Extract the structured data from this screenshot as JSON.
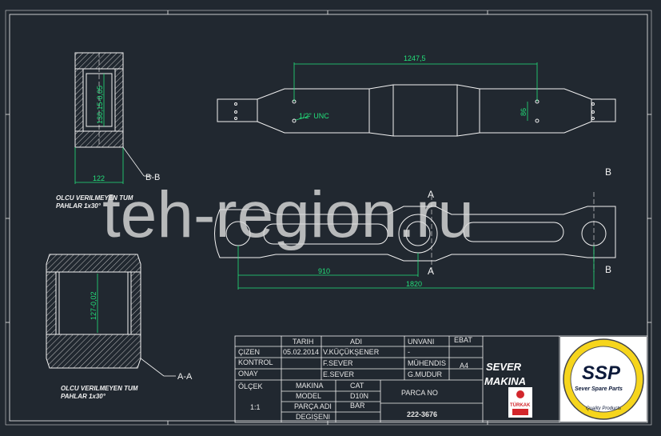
{
  "notes": {
    "top": "OLCU VERILMEYEN TUM PAHLAR 1x30°",
    "bottom": "OLCU VERILMEYEN TUM PAHLAR 1x30°",
    "top_line1": "OLCU VERILMEYEN TUM",
    "top_line2": "PAHLAR 1x30°",
    "bottom_line1": "OLCU VERILMEYEN TUM",
    "bottom_line2": "PAHLAR 1x30°"
  },
  "labels": {
    "section_bb": "B-B",
    "section_aa": "A-A",
    "mark_a": "A",
    "mark_b": "B"
  },
  "dimensions": {
    "top_length": "1247,5",
    "top_height": "86",
    "thread": "1/2\" UNC",
    "bb_height": "130,15-0,05",
    "bb_width": "122",
    "aa_height": "127-0,02",
    "bottom_partial": "910",
    "bottom_total": "1820"
  },
  "watermark": "teh-region.ru",
  "title_block": {
    "headers": {
      "date": "TARIH",
      "name": "ADI",
      "title": "UNVANI",
      "size": "EBAT"
    },
    "rows": [
      {
        "role": "ÇIZEN",
        "date": "05.02.2014",
        "name": "V.KÜÇÜKŞENER",
        "title": "-"
      },
      {
        "role": "KONTROL",
        "date": "",
        "name": "F.SEVER",
        "title": "MÜHENDIS"
      },
      {
        "role": "ONAY",
        "date": "",
        "name": "E.SEVER",
        "title": "G.MUDUR"
      }
    ],
    "size_value": "A4",
    "scale_label": "ÖLÇEK",
    "scale_value": "1:1",
    "machine_label": "MAKINA",
    "machine_value": "CAT",
    "model_label": "MODEL",
    "model_value": "D10N",
    "part_name_label": "PARÇA ADI",
    "part_name_value": "BAR",
    "revision_label": "DEGIŞENI",
    "part_no_label": "PARCA NO",
    "part_no_value": "222-3676",
    "company_line1": "SEVER",
    "company_line2": "MAKINA",
    "cert_label": "TÜRKAK",
    "logo_text": "SSP",
    "logo_sub": "Sever Spare Parts",
    "logo_tag": "Quality Products"
  },
  "colors": {
    "background": "#212830",
    "linework": "#f2f2f2",
    "dimension": "#22e07a",
    "logo_yellow": "#f6d51c"
  }
}
